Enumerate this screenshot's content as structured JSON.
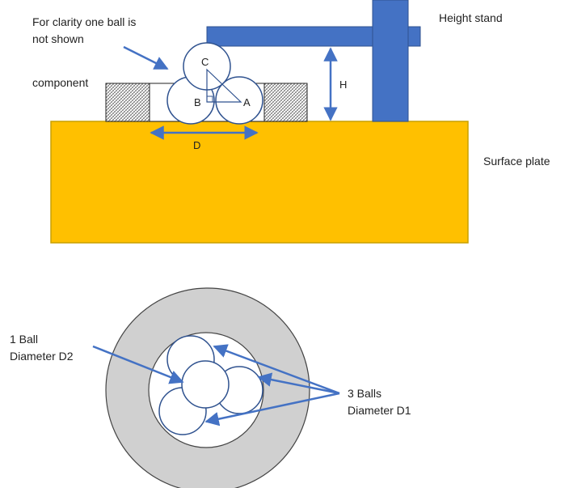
{
  "annotations": {
    "clarity_note_line1": "For clarity one ball is",
    "clarity_note_line2": "not shown",
    "component": "component",
    "height_stand": "Height stand",
    "surface_plate": "Surface plate",
    "dim_h": "H",
    "dim_d": "D",
    "point_a": "A",
    "point_b": "B",
    "point_c": "C",
    "one_ball_line1": "1 Ball",
    "one_ball_line2": "Diameter D2",
    "three_balls_line1": "3 Balls",
    "three_balls_line2": "Diameter D1"
  },
  "colors": {
    "surface_plate": "#ffc000",
    "surface_plate_edge": "#c9a000",
    "height_stand": "#4472c4",
    "height_stand_edge": "#2f528f",
    "arrow": "#4472c4",
    "ring": "#d0d0d0",
    "ball_stroke": "#2f528f"
  }
}
